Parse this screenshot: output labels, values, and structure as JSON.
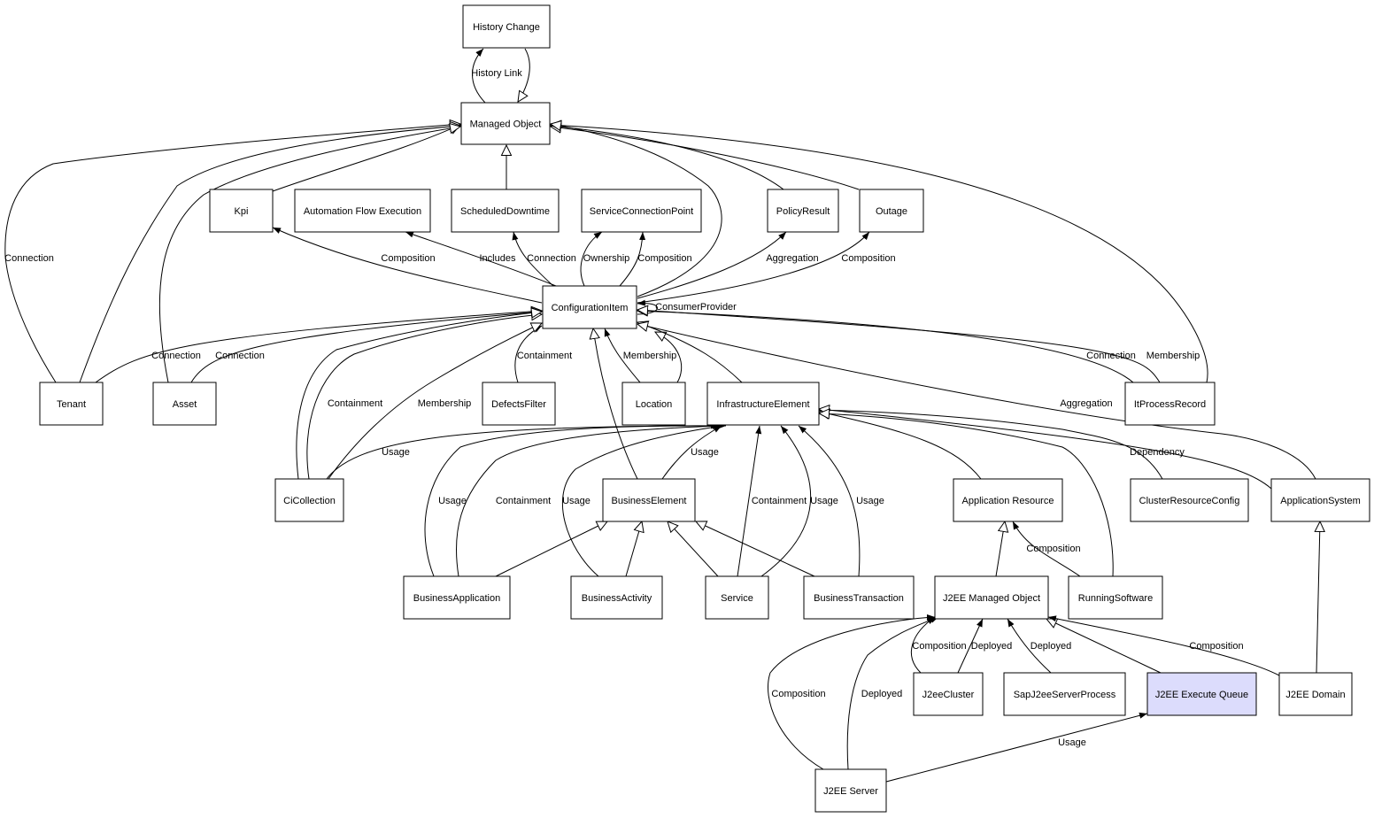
{
  "colors": {
    "node_fill": "#ffffff",
    "node_stroke": "#000000",
    "highlight_fill": "#dcdcfc",
    "edge_stroke": "#000000",
    "background": "#ffffff"
  },
  "nodes": [
    {
      "id": "history_change",
      "label": "History Change"
    },
    {
      "id": "managed_object",
      "label": "Managed Object"
    },
    {
      "id": "kpi",
      "label": "Kpi"
    },
    {
      "id": "automation_flow_execution",
      "label": "Automation Flow Execution"
    },
    {
      "id": "scheduled_downtime",
      "label": "ScheduledDowntime"
    },
    {
      "id": "service_connection_point",
      "label": "ServiceConnectionPoint"
    },
    {
      "id": "policy_result",
      "label": "PolicyResult"
    },
    {
      "id": "outage",
      "label": "Outage"
    },
    {
      "id": "configuration_item",
      "label": "ConfigurationItem"
    },
    {
      "id": "tenant",
      "label": "Tenant"
    },
    {
      "id": "asset",
      "label": "Asset"
    },
    {
      "id": "defects_filter",
      "label": "DefectsFilter"
    },
    {
      "id": "location",
      "label": "Location"
    },
    {
      "id": "infrastructure_element",
      "label": "InfrastructureElement"
    },
    {
      "id": "it_process_record",
      "label": "ItProcessRecord"
    },
    {
      "id": "ci_collection",
      "label": "CiCollection"
    },
    {
      "id": "business_element",
      "label": "BusinessElement"
    },
    {
      "id": "application_resource",
      "label": "Application Resource"
    },
    {
      "id": "cluster_resource_config",
      "label": "ClusterResourceConfig"
    },
    {
      "id": "application_system",
      "label": "ApplicationSystem"
    },
    {
      "id": "business_application",
      "label": "BusinessApplication"
    },
    {
      "id": "business_activity",
      "label": "BusinessActivity"
    },
    {
      "id": "service",
      "label": "Service"
    },
    {
      "id": "business_transaction",
      "label": "BusinessTransaction"
    },
    {
      "id": "j2ee_managed_object",
      "label": "J2EE Managed Object"
    },
    {
      "id": "running_software",
      "label": "RunningSoftware"
    },
    {
      "id": "j2ee_cluster",
      "label": "J2eeCluster"
    },
    {
      "id": "sap_j2ee_server_process",
      "label": "SapJ2eeServerProcess"
    },
    {
      "id": "j2ee_execute_queue",
      "label": "J2EE Execute Queue"
    },
    {
      "id": "j2ee_domain",
      "label": "J2EE Domain"
    },
    {
      "id": "j2ee_server",
      "label": "J2EE Server"
    }
  ],
  "edges": [
    {
      "id": "e1",
      "label": "History Link"
    },
    {
      "id": "e2",
      "label": ""
    },
    {
      "id": "e3",
      "label": ""
    },
    {
      "id": "e4",
      "label": ""
    },
    {
      "id": "e5",
      "label": ""
    },
    {
      "id": "e6",
      "label": ""
    },
    {
      "id": "e7",
      "label": ""
    },
    {
      "id": "e8",
      "label": ""
    },
    {
      "id": "e9",
      "label": ""
    },
    {
      "id": "e10",
      "label": ""
    },
    {
      "id": "e11",
      "label": "Connection"
    },
    {
      "id": "e12",
      "label": "Composition"
    },
    {
      "id": "e13",
      "label": "Includes"
    },
    {
      "id": "e14",
      "label": "Connection"
    },
    {
      "id": "e15",
      "label": "Ownership"
    },
    {
      "id": "e16",
      "label": "Composition"
    },
    {
      "id": "e17",
      "label": "Aggregation"
    },
    {
      "id": "e18",
      "label": "Composition"
    },
    {
      "id": "e19",
      "label": "ConsumerProvider"
    },
    {
      "id": "e20",
      "label": "Connection"
    },
    {
      "id": "e21",
      "label": "Connection"
    },
    {
      "id": "e22",
      "label": "Containment"
    },
    {
      "id": "e23",
      "label": "Membership"
    },
    {
      "id": "e24",
      "label": "Connection"
    },
    {
      "id": "e25",
      "label": "Membership"
    },
    {
      "id": "e26",
      "label": ""
    },
    {
      "id": "e27",
      "label": "Containment"
    },
    {
      "id": "e28",
      "label": "Membership"
    },
    {
      "id": "e29",
      "label": ""
    },
    {
      "id": "e30",
      "label": ""
    },
    {
      "id": "e31",
      "label": "Aggregation"
    },
    {
      "id": "e32",
      "label": "Usage"
    },
    {
      "id": "e33",
      "label": "Usage"
    },
    {
      "id": "e34",
      "label": "Containment"
    },
    {
      "id": "e35",
      "label": "Usage"
    },
    {
      "id": "e36",
      "label": "Usage"
    },
    {
      "id": "e37",
      "label": "Containment"
    },
    {
      "id": "e38",
      "label": "Usage"
    },
    {
      "id": "e39",
      "label": "Usage"
    },
    {
      "id": "e40",
      "label": ""
    },
    {
      "id": "e41",
      "label": "Dependency"
    },
    {
      "id": "e42",
      "label": ""
    },
    {
      "id": "e43",
      "label": ""
    },
    {
      "id": "e44",
      "label": ""
    },
    {
      "id": "e45",
      "label": ""
    },
    {
      "id": "e46",
      "label": ""
    },
    {
      "id": "e47",
      "label": ""
    },
    {
      "id": "e48",
      "label": ""
    },
    {
      "id": "e49",
      "label": "Composition"
    },
    {
      "id": "e50",
      "label": ""
    },
    {
      "id": "e51",
      "label": "Composition"
    },
    {
      "id": "e52",
      "label": "Deployed"
    },
    {
      "id": "e53",
      "label": "Deployed"
    },
    {
      "id": "e54",
      "label": ""
    },
    {
      "id": "e55",
      "label": "Composition"
    },
    {
      "id": "e56",
      "label": "Composition"
    },
    {
      "id": "e57",
      "label": "Deployed"
    },
    {
      "id": "e58",
      "label": "Usage"
    }
  ]
}
